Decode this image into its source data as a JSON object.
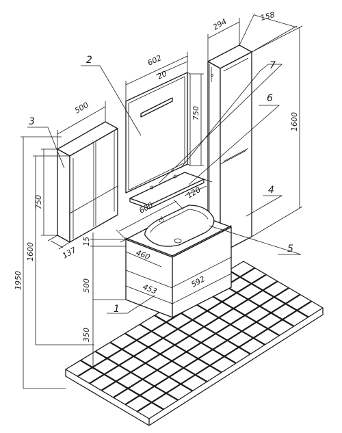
{
  "dimensions": {
    "mirror_cabinet_width": "500",
    "mirror_cabinet_height": "750",
    "mirror_cabinet_depth": "137",
    "mirror_width": "602",
    "mirror_lamp_offset": "20",
    "mirror_height": "750",
    "shelf_depth": "120",
    "column_width": "294",
    "column_depth": "158",
    "column_height": "1600",
    "vanity_width": "600",
    "vanity_depth": "460",
    "vanity_front_width": "592",
    "vanity_side_depth": "453",
    "vanity_height": "500",
    "basin_thickness": "15",
    "vanity_floor_clearance": "350",
    "mount_height_1600": "1600",
    "overall_height": "1950"
  },
  "callouts": [
    "1",
    "2",
    "3",
    "4",
    "5",
    "6",
    "7"
  ]
}
